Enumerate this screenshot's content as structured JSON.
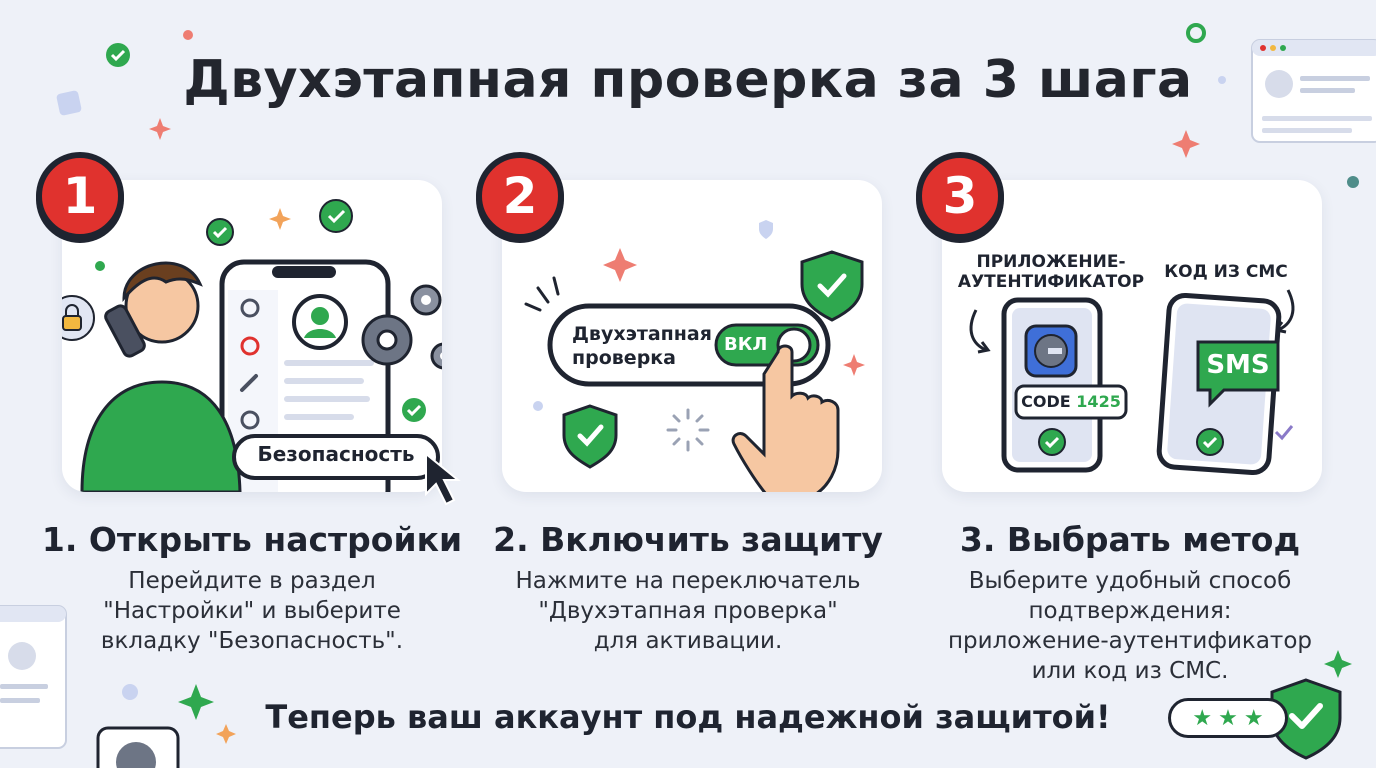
{
  "title": "Двухэтапная проверка за 3 шага",
  "steps": [
    {
      "number": "1",
      "title": "1. Открыть настройки",
      "desc_lines": [
        "Перейдите в раздел",
        "\"Настройки\" и выберите",
        "вкладку \"Безопасность\"."
      ],
      "menu_label": "Безопасность"
    },
    {
      "number": "2",
      "title": "2. Включить защиту",
      "desc_lines": [
        "Нажмите на переключатель",
        "\"Двухэтапная проверка\"",
        "для активации."
      ],
      "toggle_label_line1": "Двухэтапная",
      "toggle_label_line2": "проверка",
      "toggle_state": "ВКЛ"
    },
    {
      "number": "3",
      "title": "3. Выбрать метод",
      "desc_lines": [
        "Выберите удобный способ",
        "подтверждения:",
        "приложение-аутентификатор",
        "или код из СМС."
      ],
      "authenticator_label_line1": "ПРИЛОЖЕНИЕ-",
      "authenticator_label_line2": "АУТЕНТИФИКАТОР",
      "sms_label": "КОД ИЗ СМС",
      "code_prefix": "CODE",
      "code_value": "1425",
      "sms_bubble": "SMS"
    }
  ],
  "footer": "Теперь ваш аккаунт под надежной защитой!",
  "colors": {
    "background": "#eef1f8",
    "badge": "#e0322e",
    "green": "#2fa84f",
    "outline": "#1f2430"
  }
}
